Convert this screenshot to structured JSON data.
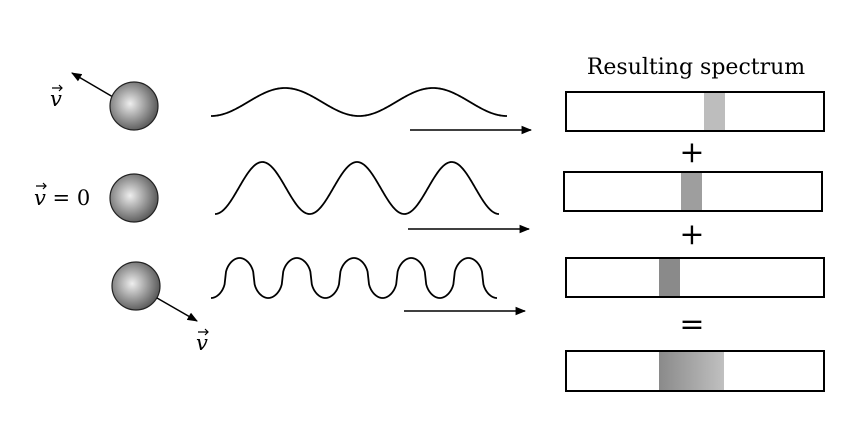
{
  "spectrum": {
    "title": "Resulting spectrum",
    "operators": [
      "+",
      "+",
      "="
    ]
  },
  "sources": [
    {
      "label": "v",
      "label_suffix": "",
      "velocity": "away",
      "band_shade": "#bdbdbd",
      "wave_cycles": 2
    },
    {
      "label": "v",
      "label_suffix": " = 0",
      "velocity": "zero",
      "band_shade": "#9e9e9e",
      "wave_cycles": 3
    },
    {
      "label": "v",
      "label_suffix": "",
      "velocity": "toward",
      "band_shade": "#8a8a8a",
      "wave_cycles": 5
    }
  ],
  "colors": {
    "ball_light": "#eeeeee",
    "ball_dark": "#555555",
    "combined_left": "#8a8a8a",
    "combined_right": "#c0c0c0"
  }
}
